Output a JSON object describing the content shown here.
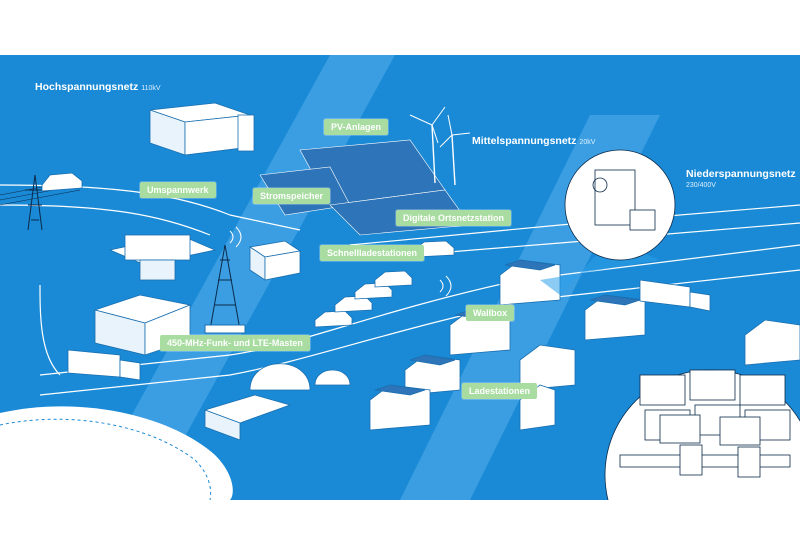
{
  "zones": {
    "high": {
      "name": "Hochspannungsnetz",
      "voltage": "110kV"
    },
    "medium": {
      "name": "Mittelspannungsnetz",
      "voltage": "20kV"
    },
    "low": {
      "name": "Niederspannungsnetz",
      "voltage": "230/400V"
    }
  },
  "labels": {
    "pv": "PV-Anlagen",
    "umspannwerk": "Umspannwerk",
    "stromspeicher": "Stromspeicher",
    "ortsnetzstation": "Digitale Ortsnetzstation",
    "schnellladestationen": "Schnellladestationen",
    "wallbox": "Wallbox",
    "funk": "450-MHz-Funk- und LTE-Masten",
    "ladestationen": "Ladestationen"
  },
  "colors": {
    "background": "#1a8ad6",
    "road": "#3e9fe0",
    "line": "#ffffff",
    "tag": "#a8dca0",
    "river": "#ffffff"
  },
  "icons": [
    "wind-turbine-icon",
    "power-pylon-icon",
    "radio-mast-icon",
    "car-icon",
    "truck-icon",
    "house-icon",
    "factory-icon",
    "monitor-icon"
  ]
}
